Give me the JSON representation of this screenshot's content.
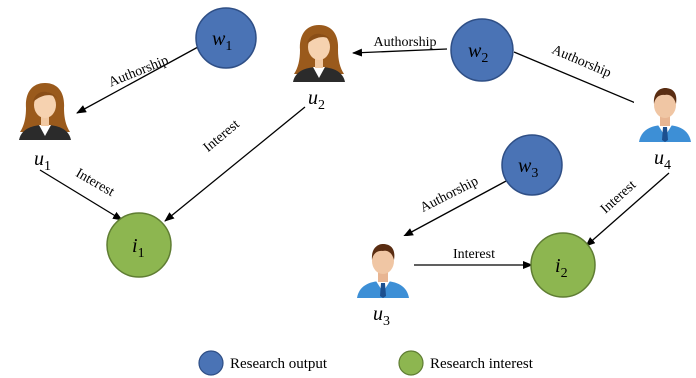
{
  "colors": {
    "research_output_fill": "#4a73b5",
    "research_output_stroke": "#2f4f86",
    "research_interest_fill": "#8db650",
    "research_interest_stroke": "#5f7d33",
    "edge": "#000000"
  },
  "nodes": {
    "w1": {
      "main": "w",
      "sub": "1",
      "kind": "research-output"
    },
    "w2": {
      "main": "w",
      "sub": "2",
      "kind": "research-output"
    },
    "w3": {
      "main": "w",
      "sub": "3",
      "kind": "research-output"
    },
    "i1": {
      "main": "i",
      "sub": "1",
      "kind": "research-interest"
    },
    "i2": {
      "main": "i",
      "sub": "2",
      "kind": "research-interest"
    },
    "u1": {
      "main": "u",
      "sub": "1",
      "kind": "user",
      "avatar": "female-user-icon"
    },
    "u2": {
      "main": "u",
      "sub": "2",
      "kind": "user",
      "avatar": "female-user-icon"
    },
    "u3": {
      "main": "u",
      "sub": "3",
      "kind": "user",
      "avatar": "male-user-icon"
    },
    "u4": {
      "main": "u",
      "sub": "4",
      "kind": "user",
      "avatar": "male-user-icon"
    }
  },
  "edges": {
    "w1_u1": {
      "label": "Authorship"
    },
    "w2_u2": {
      "label": "Authorship"
    },
    "w2_u4": {
      "label": "Authorship"
    },
    "w3_u3": {
      "label": "Authorship"
    },
    "u1_i1": {
      "label": "Interest"
    },
    "u2_i1": {
      "label": "Interest"
    },
    "u3_i2": {
      "label": "Interest"
    },
    "u4_i2": {
      "label": "Interest"
    }
  },
  "legend": {
    "research_output": "Research output",
    "research_interest": "Research interest"
  }
}
